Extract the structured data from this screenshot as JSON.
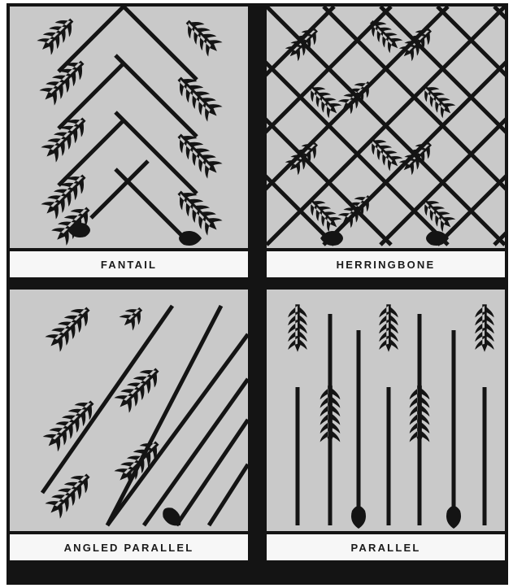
{
  "panels": [
    {
      "id": "fantail",
      "caption": "FANTAIL"
    },
    {
      "id": "herringbone",
      "caption": "HERRINGBONE"
    },
    {
      "id": "angled-parallel",
      "caption": "ANGLED PARALLEL"
    },
    {
      "id": "parallel",
      "caption": "PARALLEL"
    }
  ],
  "colors": {
    "panel_bg": "#c9c9c9",
    "ink": "#141414",
    "caption_bg": "#f7f7f7"
  }
}
